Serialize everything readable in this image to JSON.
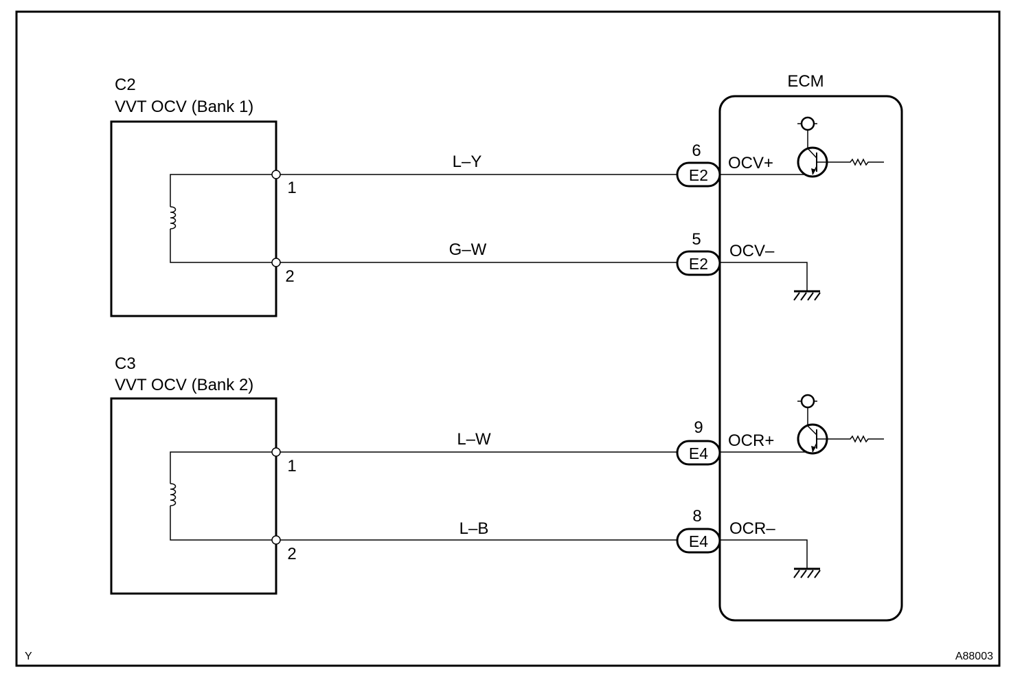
{
  "corner_left": "Y",
  "figure_id": "A88003",
  "ecm": {
    "title": "ECM"
  },
  "components": [
    {
      "code": "C2",
      "name": "VVT OCV (Bank 1)",
      "wires": [
        {
          "terminal": "1",
          "color": "L–Y",
          "pin": "6",
          "connector": "E2",
          "signal": "OCV+"
        },
        {
          "terminal": "2",
          "color": "G–W",
          "pin": "5",
          "connector": "E2",
          "signal": "OCV–"
        }
      ]
    },
    {
      "code": "C3",
      "name": "VVT OCV (Bank 2)",
      "wires": [
        {
          "terminal": "1",
          "color": "L–W",
          "pin": "9",
          "connector": "E4",
          "signal": "OCR+"
        },
        {
          "terminal": "2",
          "color": "L–B",
          "pin": "8",
          "connector": "E4",
          "signal": "OCR–"
        }
      ]
    }
  ],
  "icons": [
    "solenoid-coil-icon",
    "transistor-icon",
    "ground-icon",
    "resistor-icon",
    "power-source-icon"
  ]
}
